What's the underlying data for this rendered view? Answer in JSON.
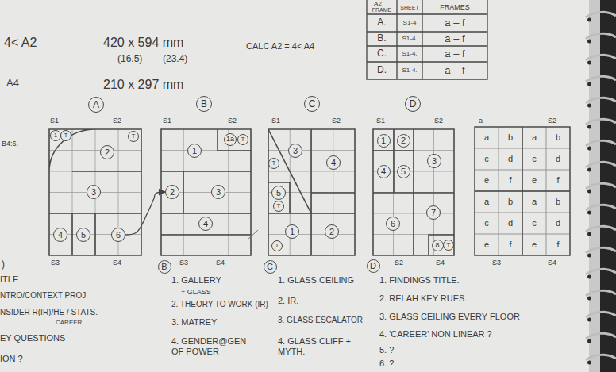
{
  "diagram": {
    "nodes": [
      {
        "text": [
          "A"
        ]
      },
      {
        "text": [
          "B"
        ]
      },
      {
        "text": [
          "C"
        ]
      },
      {
        "text": [
          "D"
        ]
      },
      {
        "text": [
          "1"
        ]
      },
      {
        "text": [
          "T"
        ]
      },
      {
        "text": [
          "2"
        ]
      },
      {
        "text": [
          "T"
        ]
      },
      {
        "text": [
          "3"
        ]
      },
      {
        "text": [
          "4"
        ]
      },
      {
        "text": [
          "5"
        ]
      },
      {
        "text": [
          "6"
        ]
      },
      {
        "text": [
          "1"
        ]
      },
      {
        "text": [
          "1a"
        ]
      },
      {
        "text": [
          "T"
        ]
      },
      {
        "text": [
          "2"
        ]
      },
      {
        "text": [
          "3"
        ]
      },
      {
        "text": [
          "4"
        ]
      },
      {
        "text": [
          "T"
        ]
      },
      {
        "text": [
          "3"
        ]
      },
      {
        "text": [
          "4"
        ]
      },
      {
        "text": [
          "5"
        ]
      },
      {
        "text": [
          "T"
        ]
      },
      {
        "text": [
          "1"
        ]
      },
      {
        "text": [
          "2"
        ]
      },
      {
        "text": [
          "T"
        ]
      },
      {
        "text": [
          "1"
        ]
      },
      {
        "text": [
          "2"
        ]
      },
      {
        "text": [
          "3"
        ]
      },
      {
        "text": [
          "4"
        ]
      },
      {
        "text": [
          "5"
        ]
      },
      {
        "text": [
          "6"
        ]
      },
      {
        "text": [
          "7"
        ]
      },
      {
        "text": [
          "8"
        ]
      },
      {
        "text": [
          "T"
        ]
      },
      {
        "text": [
          "B"
        ]
      },
      {
        "text": [
          "C"
        ]
      },
      {
        "text": [
          "D"
        ]
      }
    ],
    "edges": [
      {
        "from": 11,
        "to": 15,
        "arrow": "to"
      }
    ],
    "labels": [
      "4< A2",
      "420 x 594 mm",
      "(16.5)",
      "(23.4)",
      "CALC A2 = 4< A4",
      "A2",
      "FRAME",
      "SHEET",
      "FRAMES",
      "A.",
      "S1-4",
      "a – f",
      "B.",
      "S1-4.",
      "a – f",
      "C.",
      "S1-4.",
      "a – f",
      "D.",
      "S1-4.",
      "a – f",
      "A4",
      "210 x 297 mm",
      "B4:6.",
      "S1",
      "S2",
      "S3",
      "S4",
      "S1",
      "S2",
      "S3",
      "S4",
      "S1",
      "S2",
      "S1",
      "S2",
      "S2",
      "S4",
      "a",
      "S2",
      "S3",
      "S4",
      "a",
      "b",
      "a",
      "b",
      "c",
      "d",
      "c",
      "d",
      "e",
      "f",
      "e",
      "f",
      "a",
      "b",
      "a",
      "b",
      "c",
      "d",
      "c",
      "d",
      "e",
      "f",
      "e",
      "f",
      ")",
      "ITLE",
      "NTRO/CONTEXT PROJ",
      "NSIDER R(IR)/HE / STATS.",
      "CAREER",
      "EY QUESTIONS",
      "ION ?",
      "1. GALLERY",
      "+ GLASS",
      "2. THEORY TO WORK (IR)",
      "3. MATREY",
      "4. GENDER@GEN OF POWER",
      "1. GLASS CEILING",
      "2. IR.",
      "3. GLASS ESCALATOR",
      "4. GLASS CLIFF + MYTH.",
      "1. FINDINGS TITLE.",
      "2. RELAH KEY RUES.",
      "3. GLASS CEILING EVERY FLOOR",
      "4. 'CAREER' NON LINEAR ?",
      "5. ?",
      "6. ?"
    ]
  }
}
